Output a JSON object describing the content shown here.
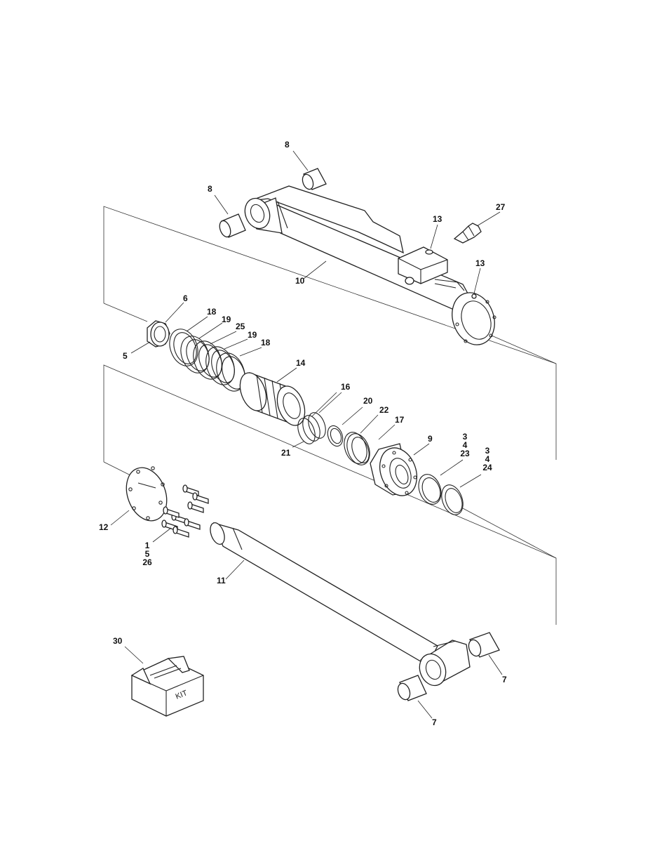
{
  "callouts": {
    "c8a": "8",
    "c8b": "8",
    "c27": "27",
    "c13a": "13",
    "c13b": "13",
    "c10": "10",
    "c6": "6",
    "c5": "5",
    "c18a": "18",
    "c19a": "19",
    "c25": "25",
    "c19b": "19",
    "c18b": "18",
    "c14": "14",
    "c16": "16",
    "c20": "20",
    "c22": "22",
    "c17": "17",
    "c21": "21",
    "c9": "9",
    "c3_4_23": "3\n4\n23",
    "c3_4_24": "3\n4\n24",
    "c12": "12",
    "c1_5_26": "1\n5\n26",
    "c11": "11",
    "c30": "30",
    "c7a": "7",
    "c7b": "7"
  },
  "kit_label": "KIT"
}
